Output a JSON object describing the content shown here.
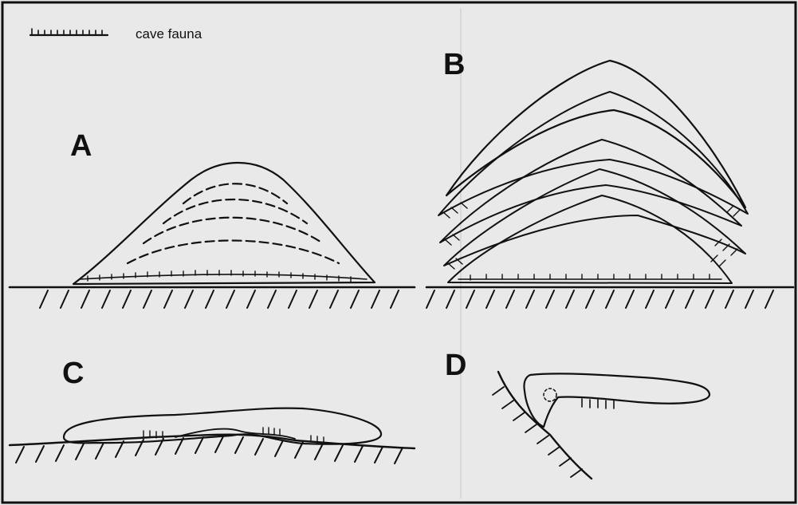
{
  "legend": {
    "symbol_name": "cave-fauna-symbol",
    "text": "cave fauna"
  },
  "panels": [
    {
      "id": "A",
      "label": "A"
    },
    {
      "id": "B",
      "label": "B"
    },
    {
      "id": "C",
      "label": "C"
    },
    {
      "id": "D",
      "label": "D"
    }
  ]
}
